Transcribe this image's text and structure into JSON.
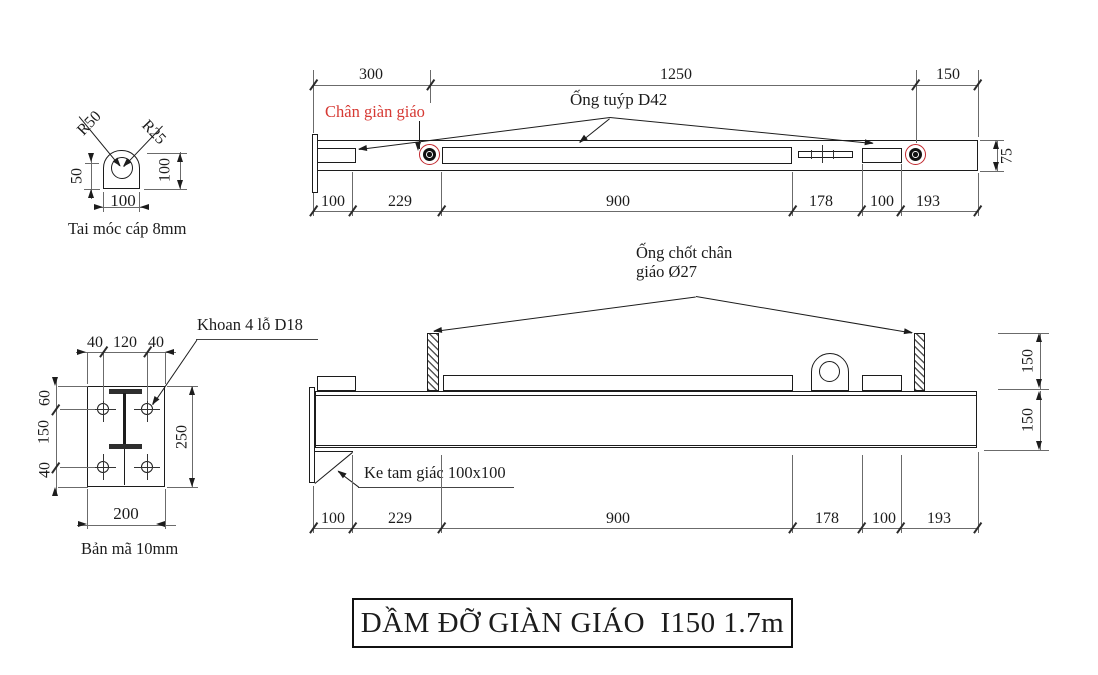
{
  "title": "DẦM ĐỠ GIÀN GIÁO  I150 1.7m",
  "colors": {
    "line": "#1c1c1c",
    "red_label": "#d63a34",
    "red_circle": "#c1272d",
    "background": "#ffffff"
  },
  "hook_lug_detail": {
    "caption": "Tai móc cáp 8mm",
    "radius_outer": "R50",
    "radius_inner": "R25",
    "dim_left": "50",
    "dim_right": "100",
    "dim_bottom": "100"
  },
  "plan_view": {
    "leg_label": "Chân giàn giáo",
    "tube_label": "Ống tuýp D42",
    "top_dims": [
      "300",
      "1250",
      "150"
    ],
    "bottom_dims": [
      "100",
      "229",
      "900",
      "178",
      "100",
      "193"
    ],
    "width_dim": "75"
  },
  "elevation_view": {
    "pin_label_line1": "Ống chốt chân",
    "pin_label_line2": "giáo Ø27",
    "gusset_label": "Ke tam giác 100x100",
    "bottom_dims": [
      "100",
      "229",
      "900",
      "178",
      "100",
      "193"
    ],
    "right_dims": [
      "150",
      "150"
    ]
  },
  "plate_detail": {
    "drill_label": "Khoan 4 lỗ D18",
    "caption": "Bản mã 10mm",
    "top_dims": [
      "40",
      "120",
      "40"
    ],
    "left_dims": [
      "60",
      "150",
      "40"
    ],
    "right_dim": "250",
    "bottom_dim": "200"
  }
}
